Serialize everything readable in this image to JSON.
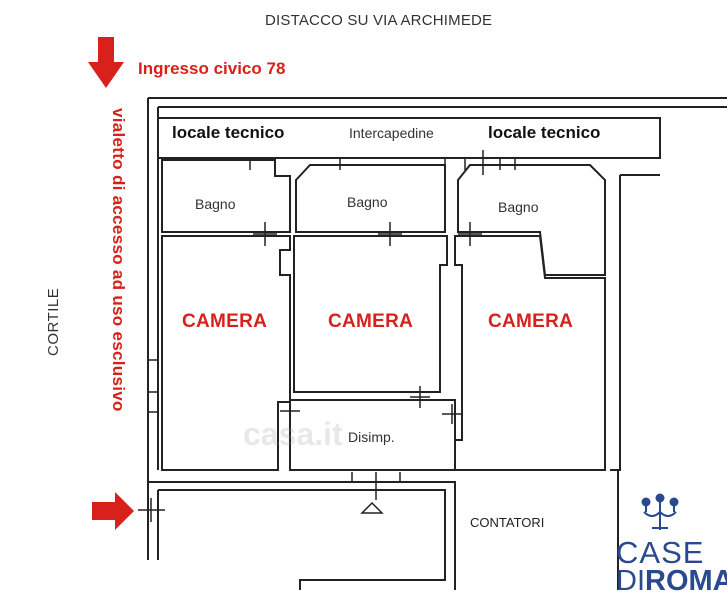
{
  "header": {
    "title": "DISTACCO SU VIA ARCHIMEDE"
  },
  "annotations": {
    "entrance": "Ingresso civico 78",
    "walkway": "vialetto di accesso ad uso esclusivo",
    "courtyard": "CORTILE",
    "meters": "CONTATORI",
    "arrow_color": "#d9211c"
  },
  "rooms": {
    "tech_left": "locale tecnico",
    "interspace": "Intercapedine",
    "tech_right": "locale tecnico",
    "bath_1": "Bagno",
    "bath_2": "Bagno",
    "bath_3": "Bagno",
    "camera_1": "CAMERA",
    "camera_2": "CAMERA",
    "camera_3": "CAMERA",
    "hall": "Disimp."
  },
  "logo": {
    "line1": "CASE",
    "line2_prefix": "DI",
    "line2_suffix": "ROMA",
    "color": "#2a4a8f",
    "icon": "street-lamp-icon"
  },
  "watermark": {
    "text": "casa.it"
  }
}
